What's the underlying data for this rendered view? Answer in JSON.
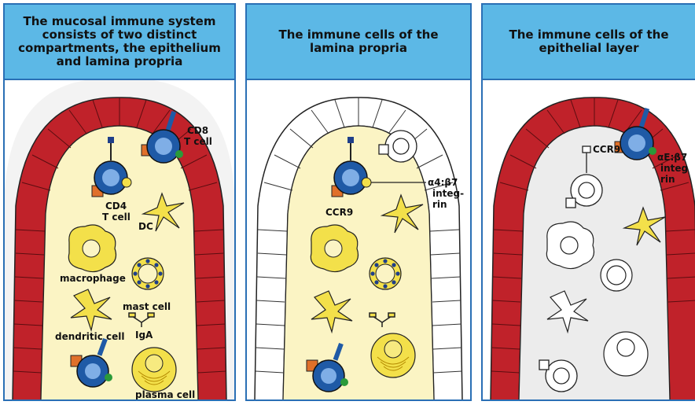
{
  "panels": [
    {
      "title": "The mucosal immune system consists of two distinct compartments, the epithelium and lamina propria",
      "labels": {
        "cd8_1": "CD8",
        "cd8_2": "T cell",
        "cd4_1": "CD4",
        "cd4_2": "T cell",
        "dc": "DC",
        "macrophage": "macrophage",
        "mast_cell": "mast cell",
        "dendritic_cell": "dendritic cell",
        "iga": "IgA",
        "plasma_cell": "plasma cell"
      }
    },
    {
      "title": "The immune cells of the lamina propria",
      "labels": {
        "ccr9": "CCR9",
        "integrin_1": "α4:β7",
        "integrin_2": "integ-",
        "integrin_3": "rin"
      }
    },
    {
      "title": "The immune cells of the epithelial layer",
      "labels": {
        "ccr9": "CCR9",
        "integrin_1": "αE:β7",
        "integrin_2": "integ",
        "integrin_3": "rin"
      }
    }
  ],
  "colors": {
    "header": "#5cb8e6",
    "border": "#2a6fb5",
    "epithelium_red": "#c0222a",
    "lamina_yellow": "#fbf4c4",
    "lamina_gray": "#ececec",
    "tcell_blue": "#1f5aa6",
    "cell_yellow": "#f3e04a"
  }
}
